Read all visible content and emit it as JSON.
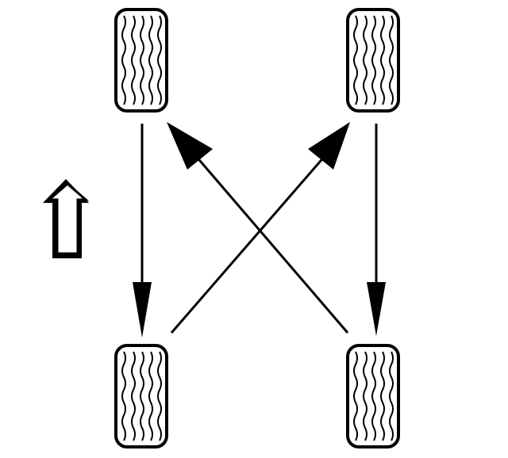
{
  "diagram": {
    "type": "tire-rotation-pattern",
    "pattern": "forward cross",
    "forward_indicator_icon": "hollow-up-arrow-icon",
    "tires": [
      {
        "position": "front-left",
        "icon": "tire-tread-icon"
      },
      {
        "position": "front-right",
        "icon": "tire-tread-icon"
      },
      {
        "position": "rear-left",
        "icon": "tire-tread-icon"
      },
      {
        "position": "rear-right",
        "icon": "tire-tread-icon"
      }
    ],
    "moves": [
      {
        "from": "front-left",
        "to": "rear-left"
      },
      {
        "from": "front-right",
        "to": "rear-right"
      },
      {
        "from": "rear-left",
        "to": "front-right"
      },
      {
        "from": "rear-right",
        "to": "front-left"
      }
    ],
    "colors": {
      "line": "#000000",
      "background": "#ffffff"
    }
  }
}
